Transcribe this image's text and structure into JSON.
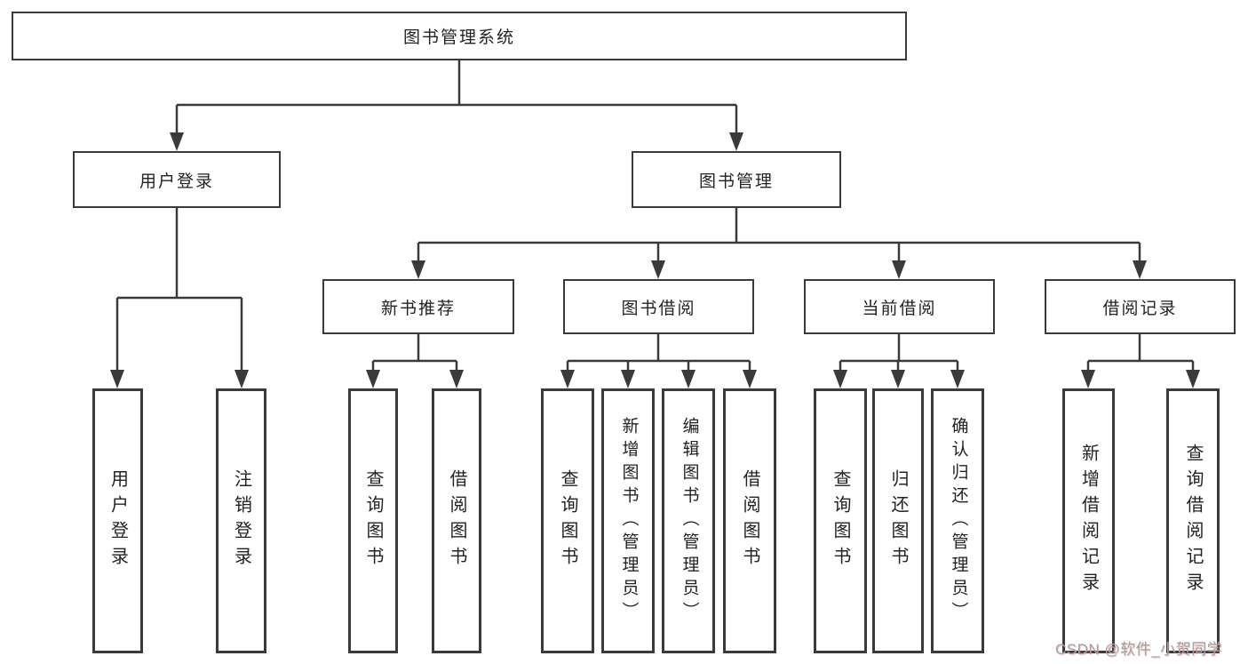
{
  "diagram": {
    "type": "hierarchy-tree",
    "orientation": "top-down"
  },
  "tree": {
    "label": "图书管理系统",
    "children": [
      {
        "label": "用户登录",
        "children": [
          {
            "label": "用户登录"
          },
          {
            "label": "注销登录"
          }
        ]
      },
      {
        "label": "图书管理",
        "children": [
          {
            "label": "新书推荐",
            "children": [
              {
                "label": "查询图书"
              },
              {
                "label": "借阅图书"
              }
            ]
          },
          {
            "label": "图书借阅",
            "children": [
              {
                "label": "查询图书"
              },
              {
                "label": "新增图书（管理员）"
              },
              {
                "label": "编辑图书（管理员）"
              },
              {
                "label": "借阅图书"
              }
            ]
          },
          {
            "label": "当前借阅",
            "children": [
              {
                "label": "查询图书"
              },
              {
                "label": "归还图书"
              },
              {
                "label": "确认归还（管理员）"
              }
            ]
          },
          {
            "label": "借阅记录",
            "children": [
              {
                "label": "新增借阅记录"
              },
              {
                "label": "查询借阅记录"
              }
            ]
          }
        ]
      }
    ]
  },
  "watermark": {
    "text": "CSDN @软件_小贺同学"
  },
  "colors": {
    "line": "#3a3a3a",
    "box_border": "#3a3a3a",
    "text": "#232323",
    "watermark": "#a2a2a2",
    "background": "#ffffff"
  }
}
